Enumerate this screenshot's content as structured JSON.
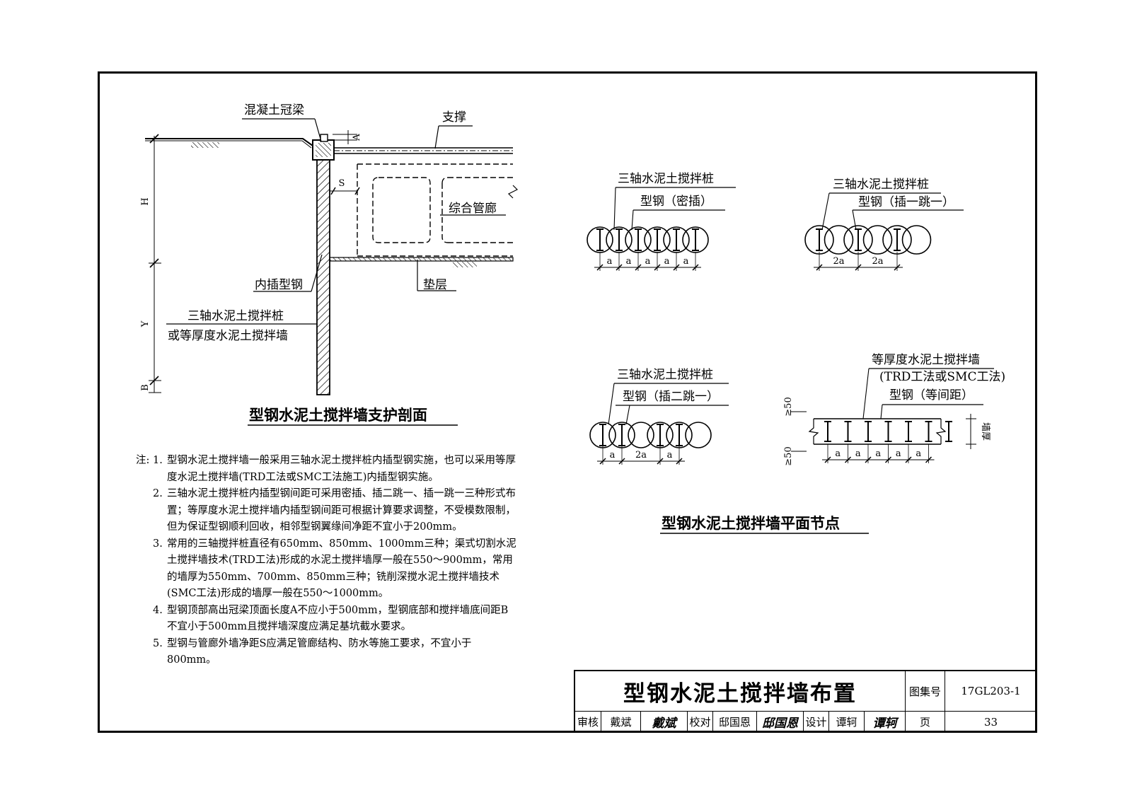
{
  "section": {
    "label_crown_beam": "混凝土冠梁",
    "label_support": "支撑",
    "label_a": "A",
    "label_s": "S",
    "label_h": "H",
    "label_y": "Y",
    "label_b": "B",
    "label_utility_tunnel": "综合管廊",
    "label_cushion": "垫层",
    "label_inserted_steel": "内插型钢",
    "label_pile_line1": "三轴水泥土搅拌桩",
    "label_pile_line2": "或等厚度水泥土搅拌墙",
    "caption": "型钢水泥土搅拌墙支护剖面"
  },
  "plan": {
    "caption": "型钢水泥土搅拌墙平面节点",
    "node1": {
      "line1": "三轴水泥土搅拌桩",
      "line2": "型钢（密插）",
      "dims": [
        "a",
        "a",
        "a",
        "a",
        "a"
      ]
    },
    "node2": {
      "line1": "三轴水泥土搅拌桩",
      "line2": "型钢（插一跳一）",
      "dims": [
        "2a",
        "2a"
      ]
    },
    "node3": {
      "line1": "三轴水泥土搅拌桩",
      "line2": "型钢（插二跳一）",
      "dims": [
        "a",
        "2a",
        "a"
      ]
    },
    "node4": {
      "line1": "等厚度水泥土搅拌墙",
      "line2": "(TRD工法或SMC工法)",
      "line3": "型钢（等间距）",
      "dims": [
        "a",
        "a",
        "a",
        "a",
        "a"
      ],
      "cover_top": "≥50",
      "cover_bottom": "≥50",
      "thickness": "墙厚"
    }
  },
  "notes": {
    "head": "注:",
    "items": [
      {
        "num": "1.",
        "text": "型钢水泥土搅拌墙一般采用三轴水泥土搅拌桩内插型钢实施，也可以采用等厚度水泥土搅拌墙(TRD工法或SMC工法施工)内插型钢实施。"
      },
      {
        "num": "2.",
        "text": "三轴水泥土搅拌桩内插型钢间距可采用密插、插二跳一、插一跳一三种形式布置；等厚度水泥土搅拌墙内插型钢间距可根据计算要求调整，不受模数限制，但为保证型钢顺利回收，相邻型钢翼缘间净距不宜小于200mm。"
      },
      {
        "num": "3.",
        "text": "常用的三轴搅拌桩直径有650mm、850mm、1000mm三种；渠式切割水泥土搅拌墙技术(TRD工法)形成的水泥土搅拌墙厚一般在550～900mm，常用的墙厚为550mm、700mm、850mm三种；铣削深搅水泥土搅拌墙技术(SMC工法)形成的墙厚一般在550～1000mm。"
      },
      {
        "num": "4.",
        "text": "型钢顶部高出冠梁顶面长度A不应小于500mm，型钢底部和搅拌墙底间距B不宜小于500mm且搅拌墙深度应满足基坑截水要求。"
      },
      {
        "num": "5.",
        "text": "型钢与管廊外墙净距S应满足管廊结构、防水等施工要求，不宜小于800mm。"
      }
    ]
  },
  "title_block": {
    "title": "型钢水泥土搅拌墙布置",
    "atlas_label": "图集号",
    "atlas_no": "17GL203-1",
    "review_label": "审核",
    "reviewer": "戴斌",
    "reviewer_sig": "戴斌",
    "check_label": "校对",
    "checker": "邸国恩",
    "checker_sig": "邸国恩",
    "design_label": "设计",
    "designer": "谭轲",
    "designer_sig": "谭轲",
    "page_label": "页",
    "page_no": "33"
  }
}
